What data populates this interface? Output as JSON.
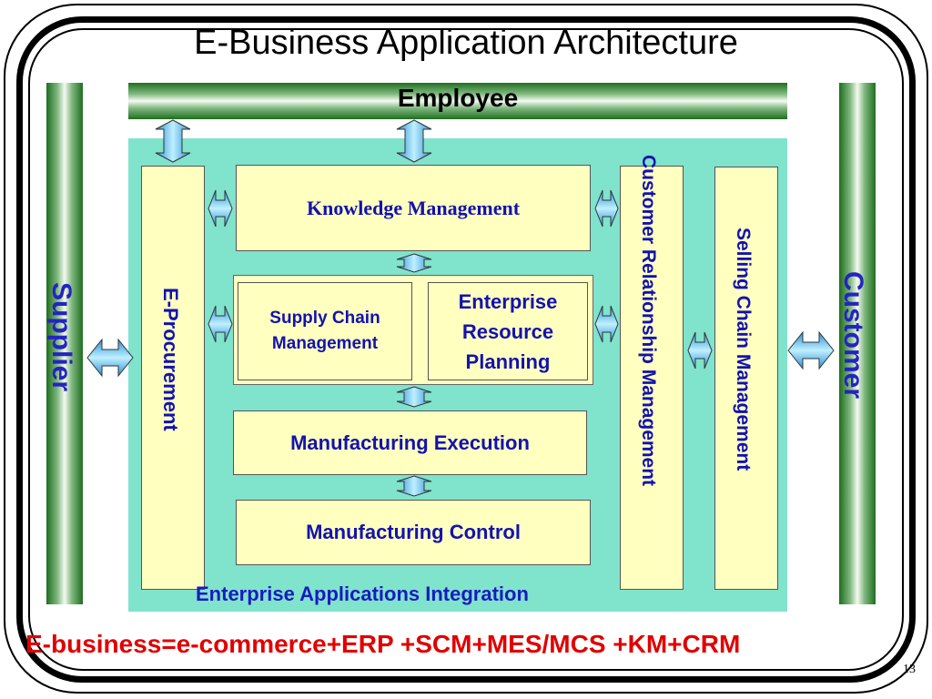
{
  "title": "E-Business Application Architecture",
  "employee": "Employee",
  "supplier": "Supplier",
  "customer": "Customer",
  "boxes": {
    "e_procurement": "E-Procurement",
    "knowledge_management": "Knowledge Management",
    "supply_chain_line1": "Supply Chain",
    "supply_chain_line2": "Management",
    "erp_line1": "Enterprise",
    "erp_line2": "Resource",
    "erp_line3": "Planning",
    "manufacturing_execution": "Manufacturing Execution",
    "manufacturing_control": "Manufacturing Control",
    "crm": "Customer Relationship Management",
    "selling_chain": "Selling Chain Management"
  },
  "integration_label": "Enterprise Applications Integration",
  "formula": "E-business=e-commerce+ERP +SCM+MES/MCS +KM+CRM",
  "page_number": "13",
  "colors": {
    "box_fill": "#ffffc0",
    "teal_bg": "#80e3cc",
    "text_blue": "#1212b0",
    "formula_red": "#e00000",
    "arrow_fill": "#5bc8f0"
  }
}
